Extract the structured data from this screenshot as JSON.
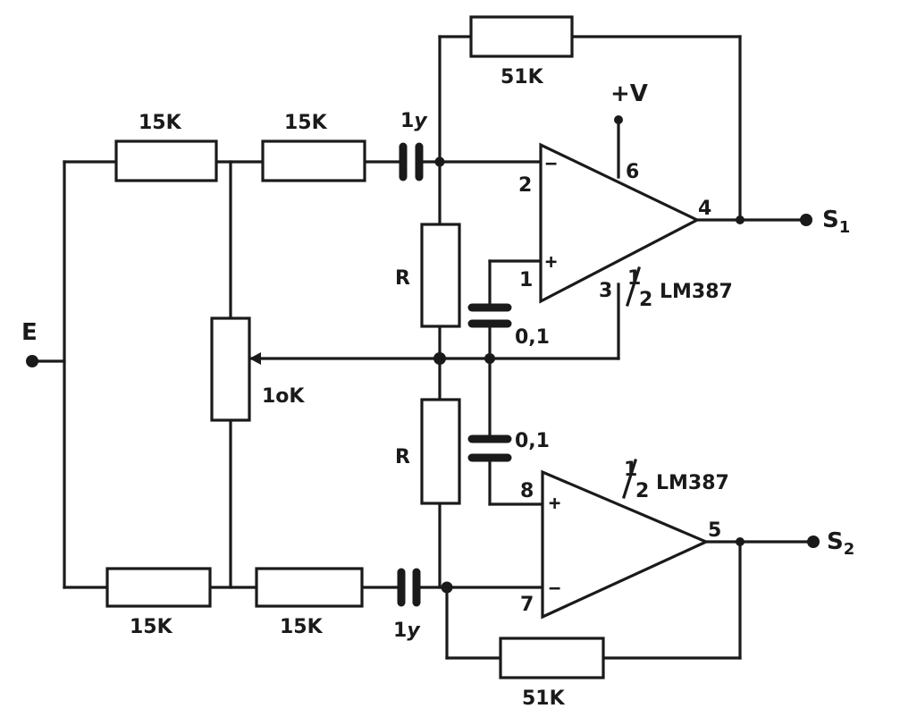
{
  "input": {
    "label": "E"
  },
  "outputs": {
    "s1": {
      "letter": "S",
      "sub": "1"
    },
    "s2": {
      "letter": "S",
      "sub": "2"
    }
  },
  "supply": {
    "label": "+V"
  },
  "resistors": {
    "top_left": "15K",
    "top_mid": "15K",
    "bottom_left": "15K",
    "bottom_mid": "15K",
    "feedback_top": "51K",
    "feedback_bottom": "51K",
    "r_top": "R",
    "r_bottom": "R"
  },
  "potentiometer": {
    "label": "1oK"
  },
  "capacitors": {
    "coupling_top": {
      "num": "1",
      "unit": "y"
    },
    "coupling_bottom": {
      "num": "1",
      "unit": "y"
    },
    "bypass_top": "0,1",
    "bypass_bottom": "0,1"
  },
  "opamps": {
    "top": {
      "part_num": "1",
      "part_den": "2",
      "part_name": "LM387",
      "pins": {
        "inv": "2",
        "noninv": "1",
        "supply": "6",
        "ground": "3",
        "output": "4"
      },
      "signs": {
        "inv": "−",
        "noninv": "+"
      }
    },
    "bottom": {
      "part_num": "1",
      "part_den": "2",
      "part_name": "LM387",
      "pins": {
        "noninv": "8",
        "inv": "7",
        "output": "5"
      },
      "signs": {
        "inv": "−",
        "noninv": "+"
      }
    }
  }
}
